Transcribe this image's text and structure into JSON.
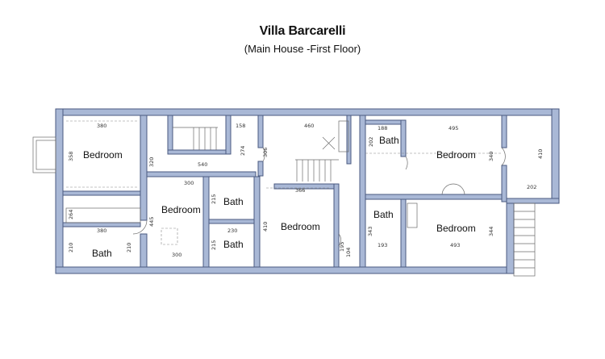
{
  "header": {
    "title": "Villa Barcarelli",
    "subtitle": "(Main House -First Floor)"
  },
  "rooms": [
    {
      "label": "Bedroom"
    },
    {
      "label": "Bedroom"
    },
    {
      "label": "Bath"
    },
    {
      "label": "Bath"
    },
    {
      "label": "Bath"
    },
    {
      "label": "Bedroom"
    },
    {
      "label": "Bath"
    },
    {
      "label": "Bedroom"
    },
    {
      "label": "Bath"
    },
    {
      "label": "Bedroom"
    }
  ],
  "dimensions": [
    "380",
    "358",
    "158",
    "460",
    "188",
    "495",
    "202",
    "410",
    "540",
    "274",
    "306",
    "320",
    "300",
    "366",
    "340",
    "202",
    "215",
    "445",
    "264",
    "230",
    "410",
    "343",
    "380",
    "210",
    "210",
    "215",
    "300",
    "493",
    "344",
    "195",
    "104",
    "193"
  ],
  "colors": {
    "wall": "#a9b8d6",
    "wall_stroke": "#4a5a80"
  }
}
